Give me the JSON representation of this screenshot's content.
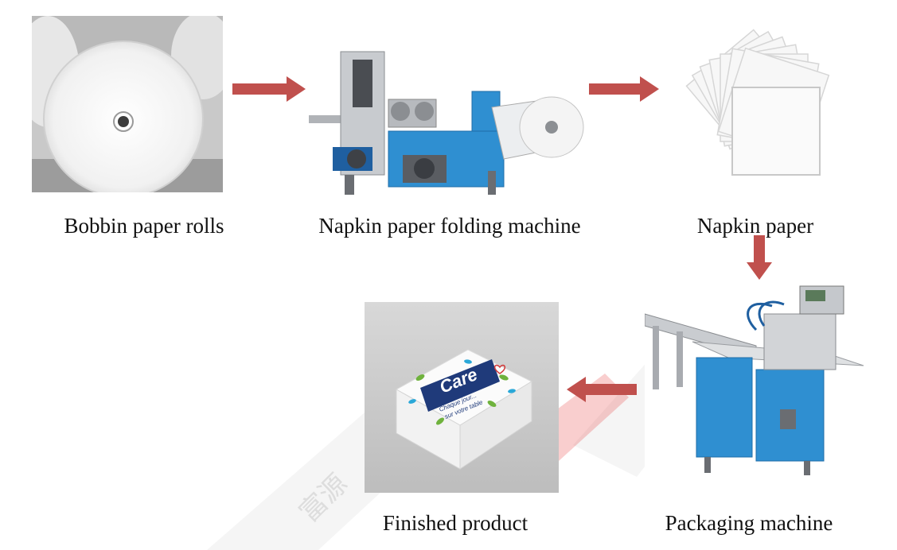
{
  "nodes": [
    {
      "id": "bobbin",
      "label": "Bobbin paper rolls"
    },
    {
      "id": "folding",
      "label": "Napkin paper folding machine"
    },
    {
      "id": "napkin",
      "label": "Napkin paper"
    },
    {
      "id": "packaging",
      "label": "Packaging machine"
    },
    {
      "id": "finished",
      "label": "Finished product"
    }
  ],
  "edges": [
    {
      "from": "bobbin",
      "to": "folding"
    },
    {
      "from": "folding",
      "to": "napkin"
    },
    {
      "from": "napkin",
      "to": "packaging"
    },
    {
      "from": "packaging",
      "to": "finished"
    }
  ],
  "product_package": {
    "brand": "Care",
    "tagline_1": "Chaque jour...",
    "tagline_2": "sur votre table"
  },
  "watermark": {
    "text": "富源"
  },
  "colors": {
    "arrow": "#c0504d",
    "machine_blue": "#2f8fd1",
    "machine_steel": "#c9ccd0",
    "paper": "#f4f4f4",
    "care_navy": "#1f3a7a"
  }
}
